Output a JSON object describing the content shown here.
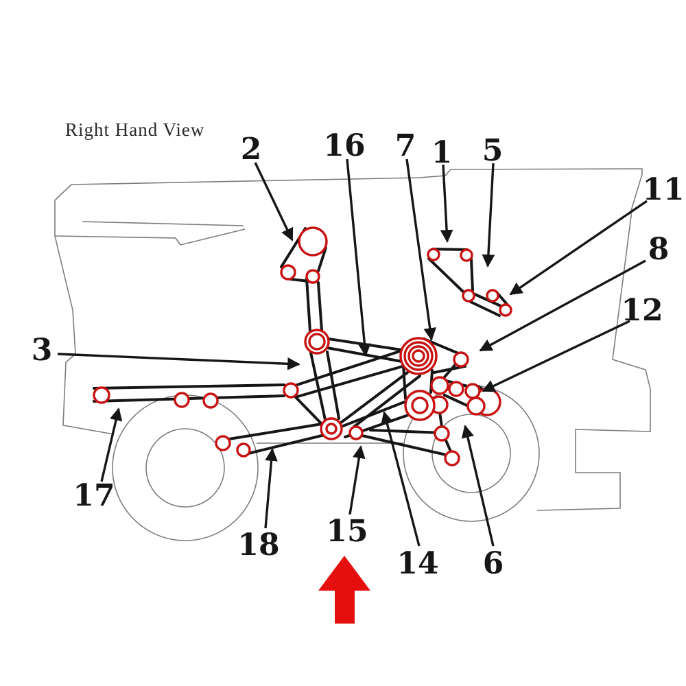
{
  "title": "Right Hand View",
  "callouts": {
    "n1": "1",
    "n2": "2",
    "n3": "3",
    "n5": "5",
    "n6": "6",
    "n7": "7",
    "n8": "8",
    "n11": "11",
    "n12": "12",
    "n14": "14",
    "n15": "15",
    "n16": "16",
    "n17": "17",
    "n18": "18"
  },
  "colors": {
    "pulley": "#c81212",
    "belt": "#161616",
    "machine_outline": "#7d7d7d",
    "label_text": "#161616",
    "highlight_arrow": "#e60f0f",
    "background": "#ffffff"
  }
}
